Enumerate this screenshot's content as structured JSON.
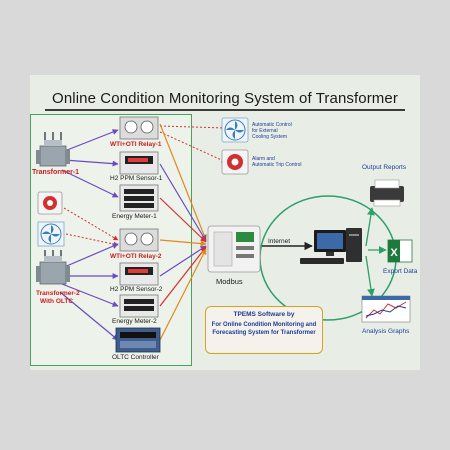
{
  "title": "Online Condition Monitoring System of Transformer",
  "labels": {
    "transformer1": "Transformer-1",
    "transformer2_line1": "Transformer-2",
    "transformer2_line2": "With OLTC",
    "wti_oti_relay_1": "WTI+OTI Relay-1",
    "h2_ppm_sensor_1": "H2 PPM Sensor-1",
    "energy_meter_1": "Energy Meter-1",
    "wti_oti_relay_2": "WTI+OTI Relay-2",
    "h2_ppm_sensor_2": "H2 PPM Sensor-2",
    "energy_meter_2": "Energy Meter-2",
    "oltc_controller": "OLTC Controller",
    "auto_cooling_line1": "Automatic Control",
    "auto_cooling_line2": "for External",
    "auto_cooling_line3": "Cooling System",
    "alarm_line1": "Alarm and",
    "alarm_line2": "Automatic Trip Control",
    "modbus": "Modbus",
    "internet": "Internet",
    "output_reports": "Output Reports",
    "export_data": "Export Data",
    "analysis_graphs": "Analysis Graphs"
  },
  "software_box": {
    "line1": "TPEMS Software by",
    "line2": "For Online Condition Monitoring and Forecasting System for Transformer"
  },
  "colors": {
    "frame_green": "#4aa25a",
    "red_label": "#c81e1e",
    "arrow_purple": "#6a4ac2",
    "arrow_orange": "#e08a1e",
    "arrow_red": "#d23030",
    "circle_green": "#2aa06a",
    "box_gold": "#d7a21e"
  }
}
